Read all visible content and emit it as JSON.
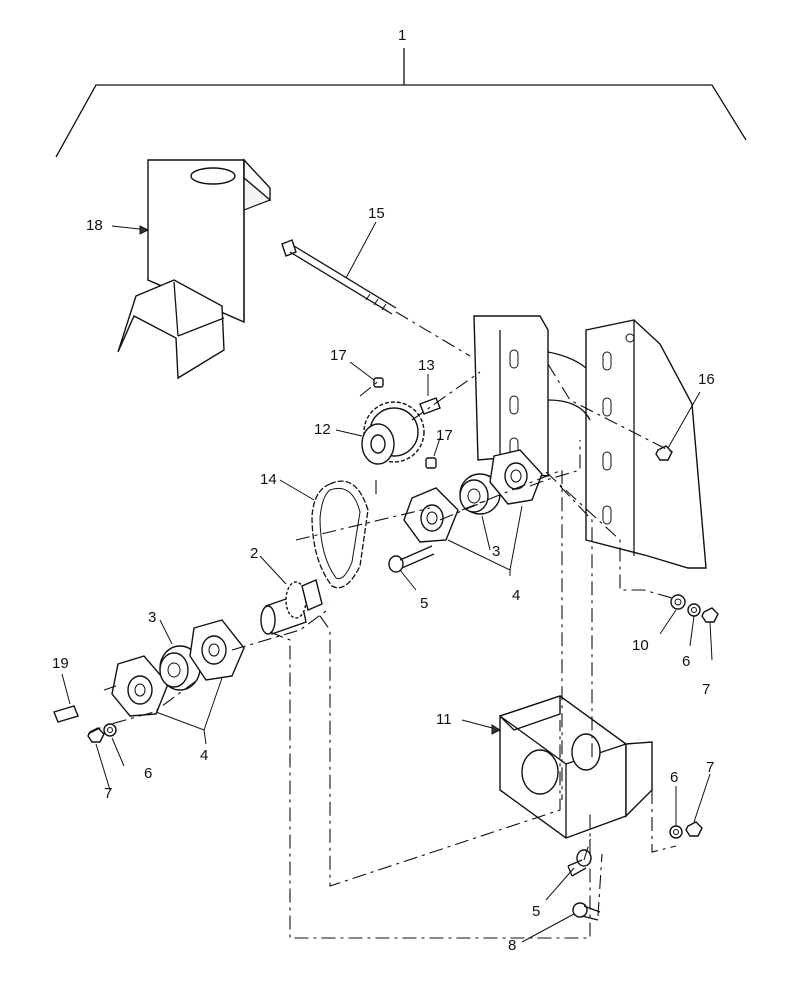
{
  "callouts": {
    "c1": "1",
    "c2": "2",
    "c3a": "3",
    "c3b": "3",
    "c4a": "4",
    "c4b": "4",
    "c5a": "5",
    "c5b": "5",
    "c6a": "6",
    "c6b": "6",
    "c6c": "6",
    "c7a": "7",
    "c7b": "7",
    "c7c": "7",
    "c8": "8",
    "c10": "10",
    "c11": "11",
    "c12": "12",
    "c13": "13",
    "c14": "14",
    "c15": "15",
    "c16": "16",
    "c17a": "17",
    "c17b": "17",
    "c18": "18",
    "c19": "19"
  }
}
